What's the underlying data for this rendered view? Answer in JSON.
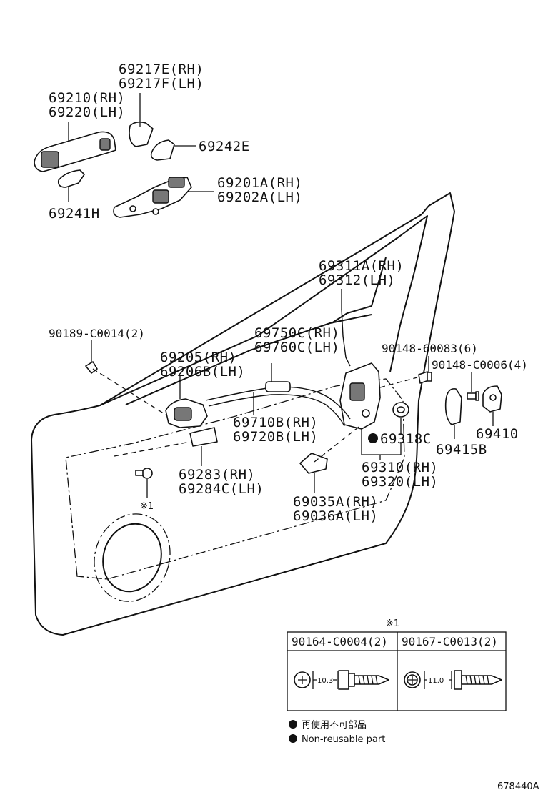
{
  "labels": {
    "p69217": [
      "69217E(RH)",
      "69217F(LH)"
    ],
    "p69210": [
      "69210(RH)",
      "69220(LH)"
    ],
    "p69242": "69242E",
    "p69201": [
      "69201A(RH)",
      "69202A(LH)"
    ],
    "p69241": "69241H",
    "p69311": [
      "69311A(RH)",
      "69312(LH)"
    ],
    "p90189": "90189-C0014(2)",
    "p69750": [
      "69750C(RH)",
      "69760C(LH)"
    ],
    "p90148a": "90148-60083(6)",
    "p90148b": "90148-C0006(4)",
    "p69205": [
      "69205(RH)",
      "69206B(LH)"
    ],
    "p69710": [
      "69710B(RH)",
      "69720B(LH)"
    ],
    "p69318": "69318C",
    "p69415": "69415B",
    "p69410": "69410",
    "p69283": [
      "69283(RH)",
      "69284C(LH)"
    ],
    "p69310": [
      "69310(RH)",
      "69320(LH)"
    ],
    "p69035": [
      "69035A(RH)",
      "69036A(LH)"
    ],
    "ref_mark": "※1"
  },
  "table": {
    "mark": "※1",
    "columns": [
      {
        "header": "90164-C0004(2)",
        "dimension": "10.3"
      },
      {
        "header": "90167-C0013(2)",
        "dimension": "11.0"
      }
    ]
  },
  "legend": {
    "items": [
      "再使用不可部品",
      "Non-reusable part"
    ]
  },
  "diagram_id": "678440A"
}
